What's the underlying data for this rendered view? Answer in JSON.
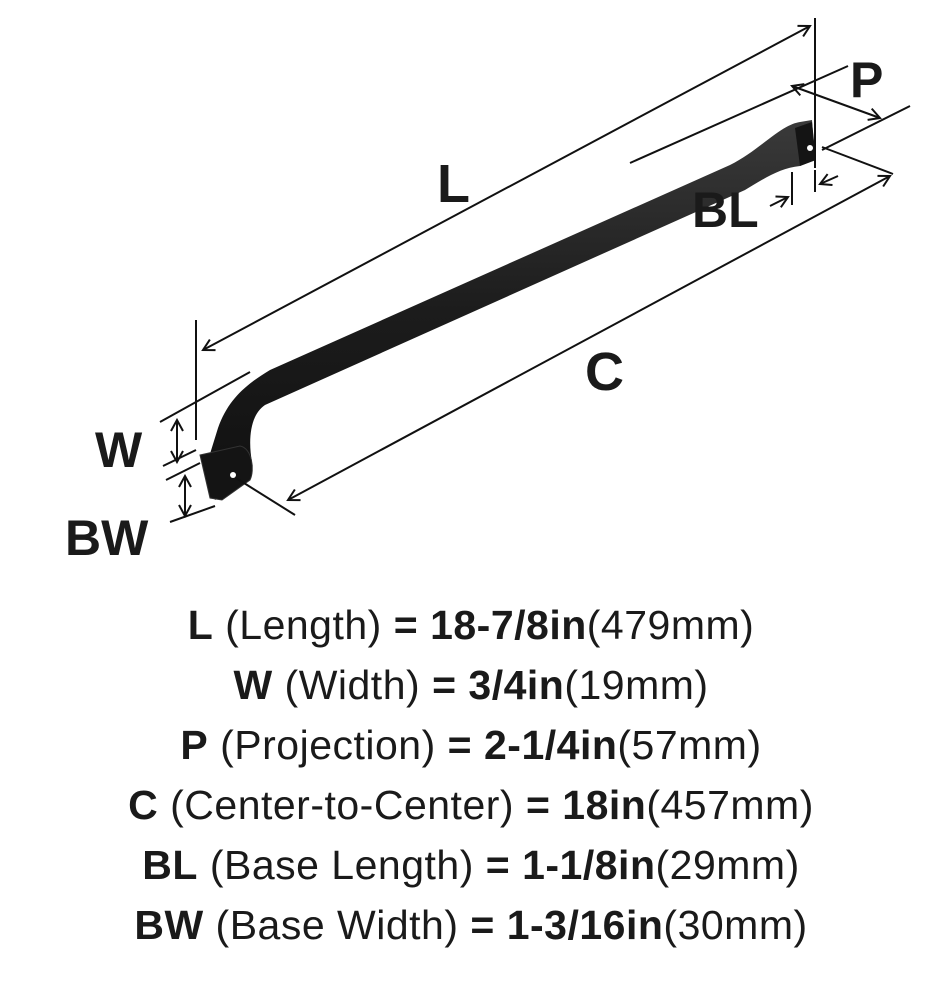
{
  "diagram": {
    "labels": {
      "L": "L",
      "P": "P",
      "BL": "BL",
      "C": "C",
      "W": "W",
      "BW": "BW"
    },
    "handle_color": "#1c1c1c"
  },
  "specs": [
    {
      "key": "L",
      "desc": " (Length) ",
      "eq": "= 18-7/8in",
      "metric": "(479mm)"
    },
    {
      "key": "W",
      "desc": " (Width) ",
      "eq": "= 3/4in",
      "metric": "(19mm)"
    },
    {
      "key": "P",
      "desc": " (Projection) ",
      "eq": "= 2-1/4in",
      "metric": "(57mm)"
    },
    {
      "key": "C",
      "desc": " (Center-to-Center) ",
      "eq": "= 18in",
      "metric": "(457mm)"
    },
    {
      "key": "BL",
      "desc": " (Base Length) ",
      "eq": "= 1-1/8in",
      "metric": "(29mm)"
    },
    {
      "key": "BW",
      "desc": " (Base Width) ",
      "eq": "= 1-3/16in",
      "metric": "(30mm)"
    }
  ]
}
